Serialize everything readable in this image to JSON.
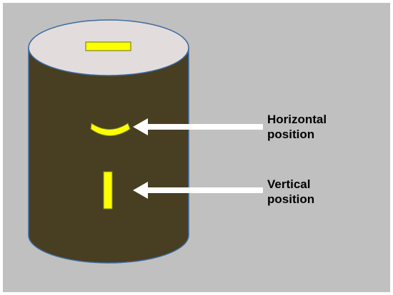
{
  "labels": {
    "horizontal": {
      "line1": "Horizontal",
      "line2": "position"
    },
    "vertical": {
      "line1": "Vertical",
      "line2": "position"
    }
  },
  "colors": {
    "background": "#c0c0c0",
    "cylinder_body": "#483f22",
    "cylinder_top": "#e2dcdc",
    "outline": "#3f6aa0",
    "marker_fill": "#ffff00",
    "marker_stroke": "#7a8a1a",
    "arrow": "#ffffff",
    "text": "#000000"
  }
}
